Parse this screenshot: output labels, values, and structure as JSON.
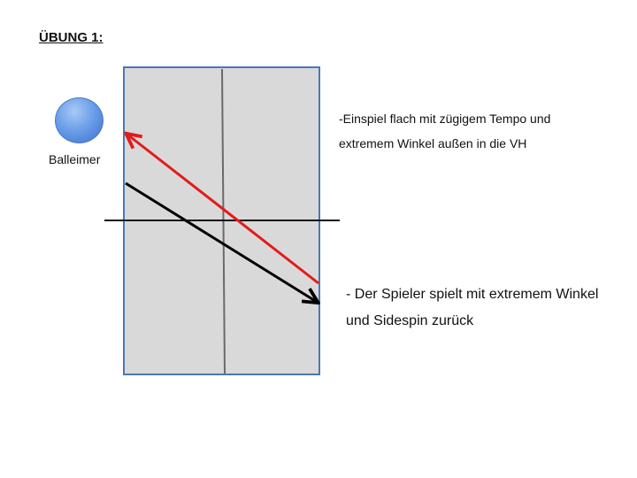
{
  "title": "ÜBUNG 1:",
  "ball_label": "Balleimer",
  "colors": {
    "table_fill": "#d9d9d9",
    "table_border": "#4a78b8",
    "serve_arrow": "#e31b1b",
    "return_arrow": "#000000",
    "ball": "#5d93e3"
  },
  "notes": {
    "first": {
      "line1": "-Einspiel flach mit zügigem Tempo und",
      "line2": "extremem Winkel außen in die VH"
    },
    "second": {
      "line1": "- Der Spieler spielt mit extremem Winkel",
      "line2": "und Sidespin zurück"
    }
  }
}
